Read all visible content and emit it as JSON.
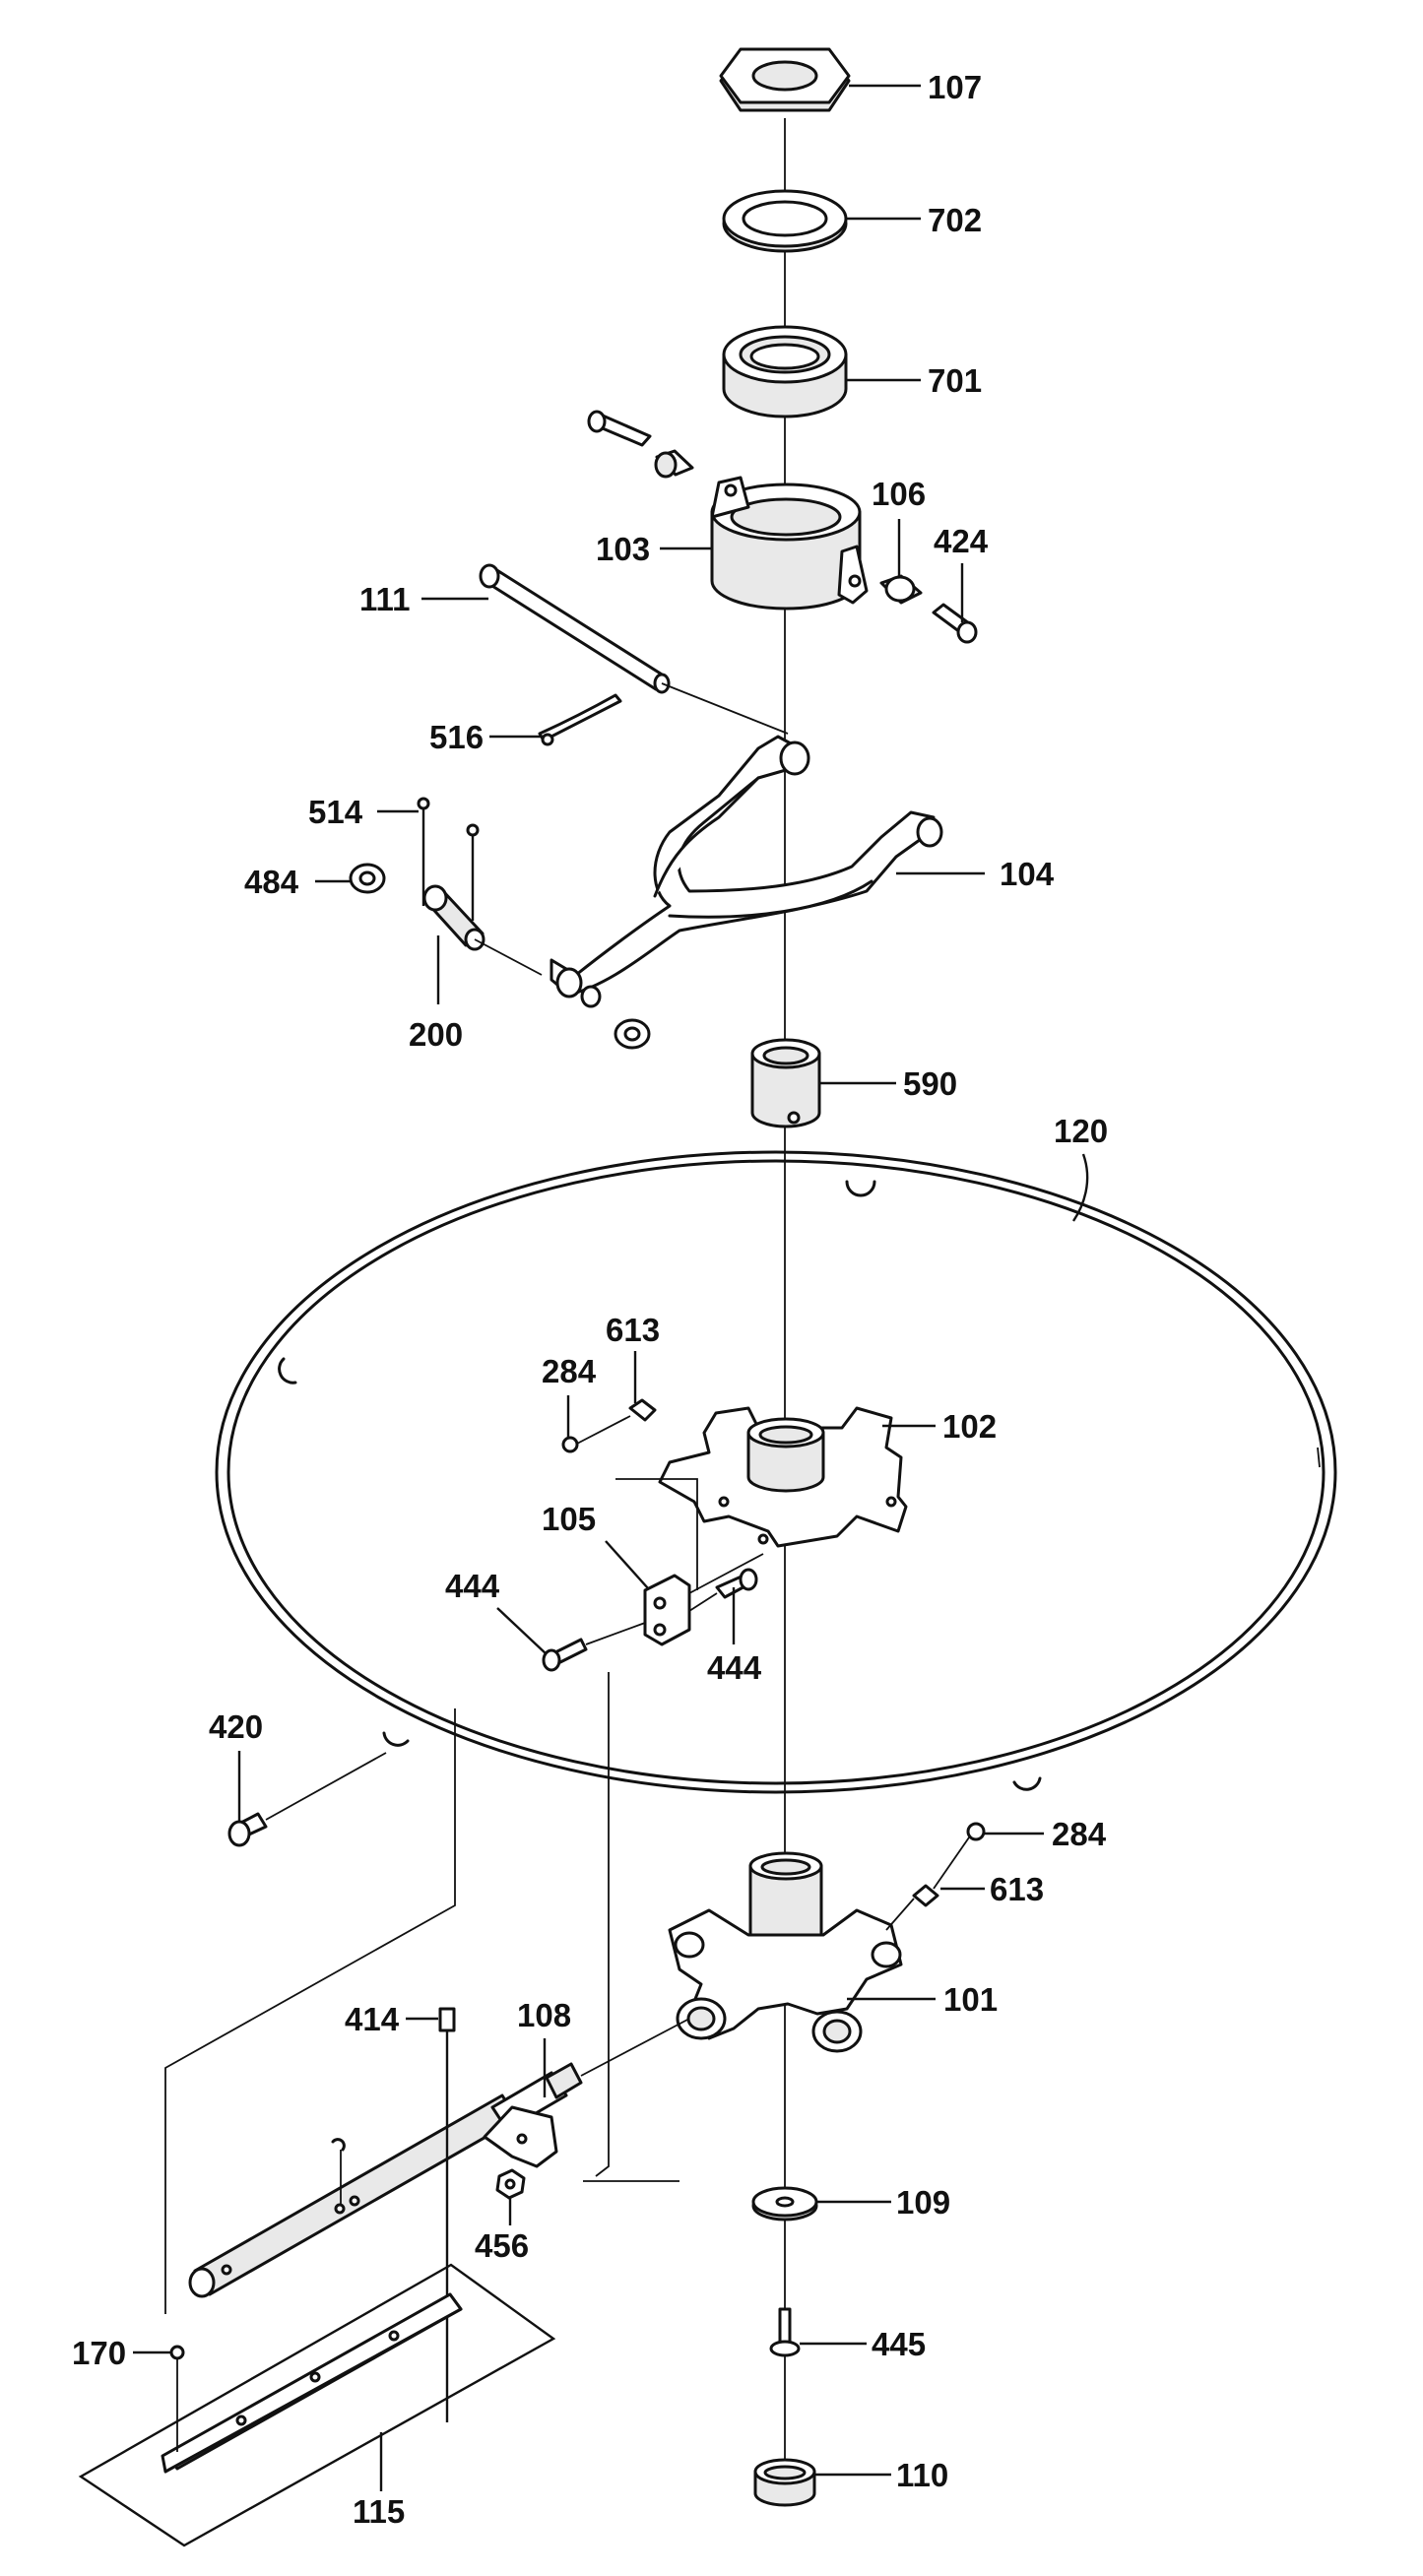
{
  "diagram": {
    "type": "exploded-parts-view",
    "callouts": [
      {
        "id": "107",
        "text": "107"
      },
      {
        "id": "702",
        "text": "702"
      },
      {
        "id": "701",
        "text": "701"
      },
      {
        "id": "106",
        "text": "106"
      },
      {
        "id": "424",
        "text": "424"
      },
      {
        "id": "103",
        "text": "103"
      },
      {
        "id": "111",
        "text": "111"
      },
      {
        "id": "516",
        "text": "516"
      },
      {
        "id": "514",
        "text": "514"
      },
      {
        "id": "484",
        "text": "484"
      },
      {
        "id": "104",
        "text": "104"
      },
      {
        "id": "200",
        "text": "200"
      },
      {
        "id": "590",
        "text": "590"
      },
      {
        "id": "120",
        "text": "120"
      },
      {
        "id": "613a",
        "text": "613"
      },
      {
        "id": "284a",
        "text": "284"
      },
      {
        "id": "102",
        "text": "102"
      },
      {
        "id": "105",
        "text": "105"
      },
      {
        "id": "444a",
        "text": "444"
      },
      {
        "id": "444b",
        "text": "444"
      },
      {
        "id": "420",
        "text": "420"
      },
      {
        "id": "284b",
        "text": "284"
      },
      {
        "id": "613b",
        "text": "613"
      },
      {
        "id": "101",
        "text": "101"
      },
      {
        "id": "414",
        "text": "414"
      },
      {
        "id": "108",
        "text": "108"
      },
      {
        "id": "456",
        "text": "456"
      },
      {
        "id": "109",
        "text": "109"
      },
      {
        "id": "445",
        "text": "445"
      },
      {
        "id": "170",
        "text": "170"
      },
      {
        "id": "110",
        "text": "110"
      },
      {
        "id": "115",
        "text": "115"
      }
    ]
  }
}
